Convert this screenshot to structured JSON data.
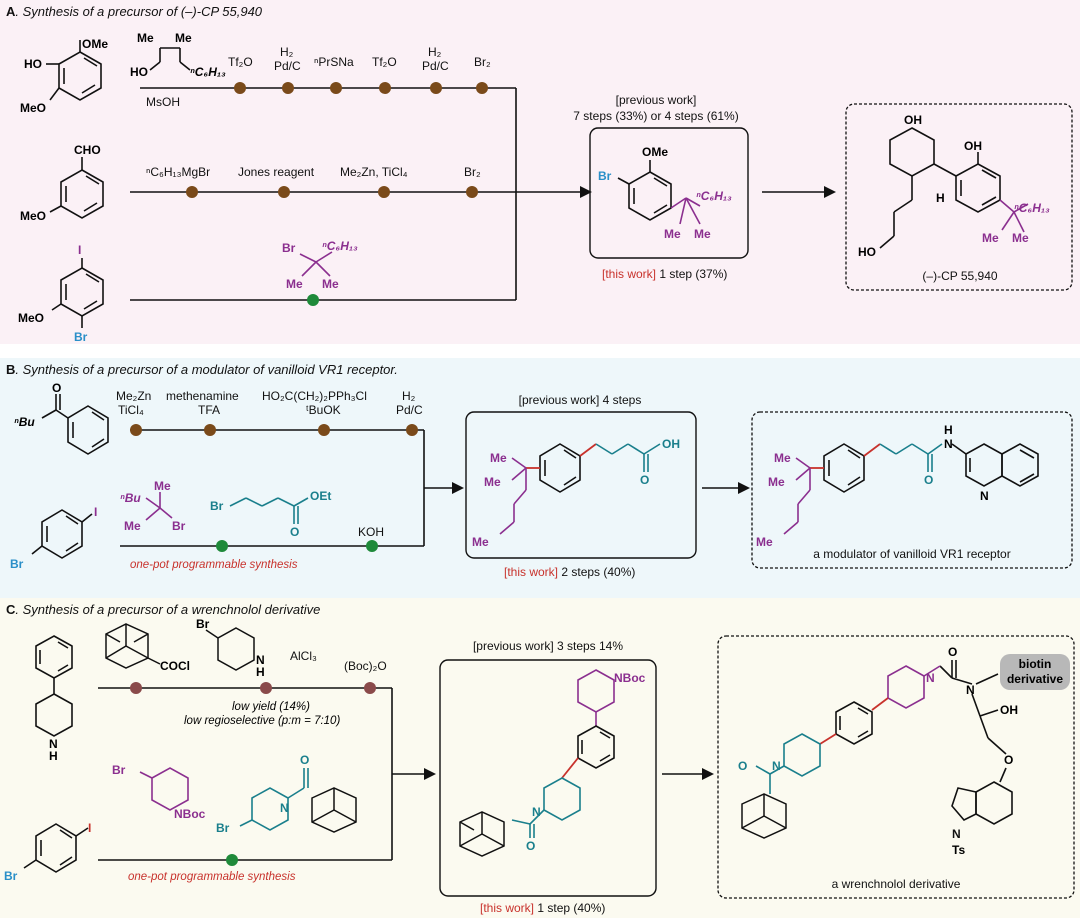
{
  "colors": {
    "brown": "#7a4a1a",
    "green": "#1f8a3a",
    "purple": "#8b2f8f",
    "teal": "#1a7f8c",
    "blue": "#2a8fc8",
    "red": "#c8322c",
    "darkred": "#8a4a4a"
  },
  "panel_a": {
    "letter": "A",
    "title": ". Synthesis of a precursor of (–)-CP 55,940",
    "sm1": {
      "oh": "HO",
      "ome_top": "OMe",
      "ome_bot": "MeO"
    },
    "sm2": {
      "cho": "CHO",
      "ome": "MeO"
    },
    "sm3": {
      "i": "I",
      "ome": "MeO",
      "br": "Br"
    },
    "reagent_alcohol": {
      "me1": "Me",
      "me2": "Me",
      "ho": "HO",
      "c6": "ⁿC₆H₁₃"
    },
    "line1_reagents": [
      "Tf₂O",
      "H₂",
      "Pd/C",
      "ⁿPrSNa",
      "Tf₂O",
      "H₂",
      "Pd/C",
      "Br₂"
    ],
    "msoh": "MsOH",
    "line2_reagents": [
      "ⁿC₆H₁₃MgBr",
      "Jones reagent",
      "Me₂Zn, TiCl₄",
      "Br₂"
    ],
    "line3_reagent": {
      "br": "Br",
      "me1": "Me",
      "me2": "Me",
      "c6": "ⁿC₆H₁₃"
    },
    "previous": "[previous work]",
    "previous_steps": "7 steps (33%) or 4 steps (61%)",
    "product": {
      "ome": "OMe",
      "br": "Br",
      "c6": "ⁿC₆H₁₃",
      "me1": "Me",
      "me2": "Me"
    },
    "this_work": "[this work]",
    "this_work_steps": " 1 step (37%)",
    "target": {
      "oh1": "OH",
      "oh2": "OH",
      "h": "H",
      "ho": "HO",
      "c6": "ⁿC₆H₁₃",
      "me": "Me",
      "me2": "Me",
      "name": "(–)-CP 55,940"
    }
  },
  "panel_b": {
    "letter": "B",
    "title": ". Synthesis of a precursor of a modulator of vanilloid VR1 receptor.",
    "sm1": {
      "o": "O",
      "bu": "ⁿBu"
    },
    "sm2": {
      "i": "I",
      "br": "Br"
    },
    "line1_reagents": [
      "Me₂Zn",
      "TiCl₄",
      "methenamine",
      "TFA",
      "HO₂C(CH₂)₂PPh₃Cl",
      "ᵗBuOK",
      "H₂",
      "Pd/C"
    ],
    "reagent_a": {
      "bu": "ⁿBu",
      "me1": "Me",
      "me2": "Me",
      "br": "Br"
    },
    "reagent_b": {
      "br": "Br",
      "o": "O",
      "oet": "OEt"
    },
    "koh": "KOH",
    "onepot": "one-pot programmable synthesis",
    "previous": "[previous work] 4 steps",
    "product": {
      "me1": "Me",
      "me2": "Me",
      "me3": "Me",
      "oh": "OH",
      "o": "O"
    },
    "this_work": "[this work]",
    "this_work_steps": " 2 steps (40%)",
    "target": {
      "me1": "Me",
      "me2": "Me",
      "me3": "Me",
      "h": "H",
      "n1": "N",
      "n2": "N",
      "o": "O",
      "name": "a modulator of vanilloid VR1 receptor"
    }
  },
  "panel_c": {
    "letter": "C",
    "title": ". Synthesis of a precursor of a wrenchnolol derivative",
    "sm1": {
      "n": "N",
      "h": "H"
    },
    "sm2": {
      "i": "I",
      "br": "Br"
    },
    "reagent_cocl": "COCl",
    "reagent_pip": {
      "br": "Br",
      "n": "N",
      "h": "H"
    },
    "alcl3": "AlCl₃",
    "boc2o": "(Boc)₂O",
    "low_yield": "low yield (14%)",
    "low_regio": "low regioselective (p:m = 7:10)",
    "reagent_a": {
      "br": "Br",
      "nboc": "NBoc"
    },
    "reagent_b": {
      "br": "Br",
      "n": "N",
      "o": "O"
    },
    "onepot": "one-pot programmable synthesis",
    "previous": "[previous work] 3 steps 14%",
    "product": {
      "nboc": "NBoc",
      "n": "N",
      "o": "O"
    },
    "this_work": "[this work]",
    "this_work_steps": " 1 step (40%)",
    "target": {
      "biotin1": "biotin",
      "biotin2": "derivative",
      "o1": "O",
      "n1": "N",
      "n2": "N",
      "n3": "N",
      "oh": "OH",
      "o2": "O",
      "o3": "O",
      "ts": "Ts",
      "name": "a wrenchnolol derivative"
    }
  }
}
